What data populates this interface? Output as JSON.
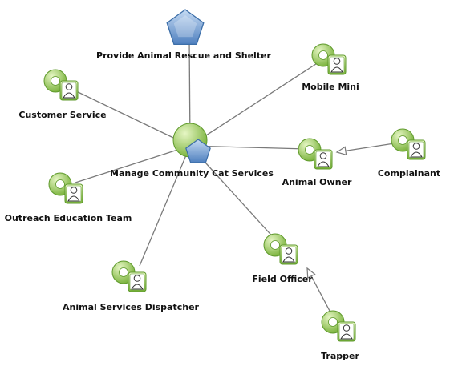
{
  "diagram": {
    "colors": {
      "edge": "#7a7a7a",
      "circle_light": "#e6f6c4",
      "circle_dark": "#76b037",
      "circle_stroke": "#5f9a2c",
      "pentagon_light": "#c6dbf3",
      "pentagon_dark": "#4f80bf",
      "pentagon_stroke": "#3c6ea8",
      "arrow_fill": "#ffffff"
    },
    "nodes": [
      {
        "id": "provide",
        "label": "Provide Animal Rescue and Shelter",
        "icon": "pentagon-goal-icon"
      },
      {
        "id": "center",
        "label": "Manage Community Cat Services",
        "icon": "process-goal-icon"
      },
      {
        "id": "mobile",
        "label": "Mobile Mini",
        "icon": "role-icon"
      },
      {
        "id": "customer",
        "label": "Customer Service",
        "icon": "role-icon"
      },
      {
        "id": "owner",
        "label": "Animal Owner",
        "icon": "role-icon"
      },
      {
        "id": "complainant",
        "label": "Complainant",
        "icon": "role-icon"
      },
      {
        "id": "outreach",
        "label": "Outreach Education Team",
        "icon": "role-icon"
      },
      {
        "id": "field",
        "label": "Field Officer",
        "icon": "role-icon"
      },
      {
        "id": "dispatcher",
        "label": "Animal Services Dispatcher",
        "icon": "role-icon"
      },
      {
        "id": "trapper",
        "label": "Trapper",
        "icon": "role-icon"
      }
    ],
    "edges": [
      {
        "from": "center",
        "to": "provide",
        "arrow": false
      },
      {
        "from": "center",
        "to": "mobile",
        "arrow": false
      },
      {
        "from": "center",
        "to": "customer",
        "arrow": false
      },
      {
        "from": "center",
        "to": "owner",
        "arrow": false
      },
      {
        "from": "center",
        "to": "outreach",
        "arrow": false
      },
      {
        "from": "center",
        "to": "field",
        "arrow": false
      },
      {
        "from": "center",
        "to": "dispatcher",
        "arrow": false
      },
      {
        "from": "complainant",
        "to": "owner",
        "arrow": true
      },
      {
        "from": "trapper",
        "to": "field",
        "arrow": true
      }
    ]
  }
}
